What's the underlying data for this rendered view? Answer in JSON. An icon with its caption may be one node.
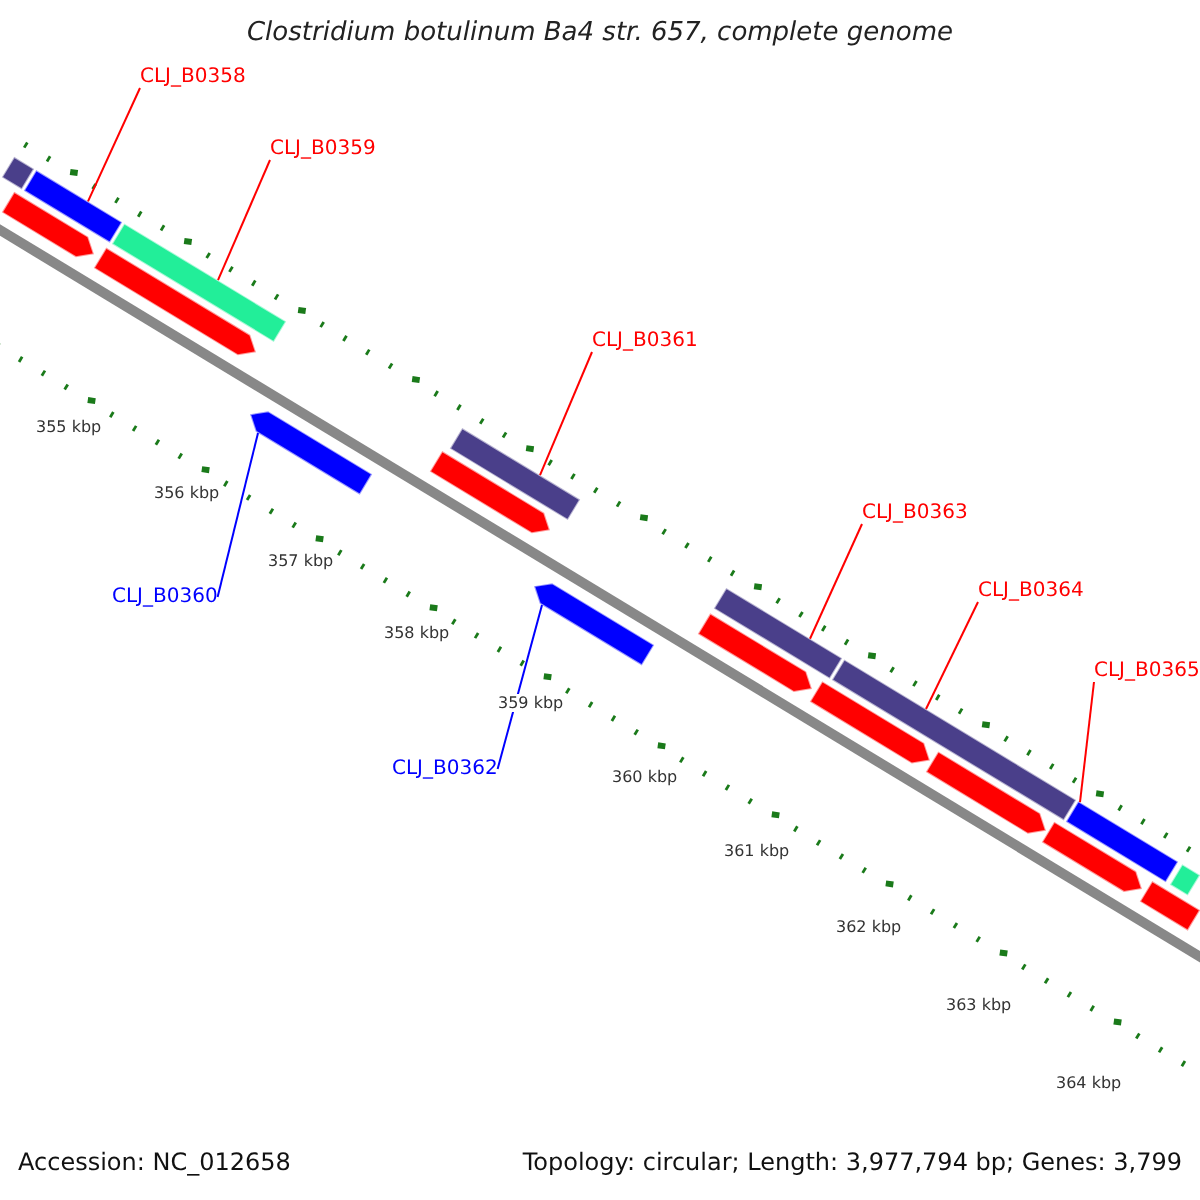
{
  "diagram": {
    "title": "Clostridium botulinum Ba4 str. 657, complete genome",
    "nodes": [
      {
        "text": [
          "CLJ_B0358"
        ]
      },
      {
        "text": [
          "CLJ_B0359"
        ]
      },
      {
        "text": [
          "CLJ_B0361"
        ]
      },
      {
        "text": [
          "CLJ_B0363"
        ]
      },
      {
        "text": [
          "CLJ_B0364"
        ]
      },
      {
        "text": [
          "CLJ_B0365"
        ]
      },
      {
        "text": [
          "CLJ_B0360"
        ]
      },
      {
        "text": [
          "CLJ_B0362"
        ]
      },
      {
        "text": [],
        "shape": "bar"
      },
      {
        "text": [],
        "shape": "bar"
      },
      {
        "text": [],
        "shape": "bar"
      },
      {
        "text": [],
        "shape": "bar"
      },
      {
        "text": [],
        "shape": "bar"
      },
      {
        "text": [],
        "shape": "bar"
      },
      {
        "text": [],
        "shape": "bar"
      },
      {
        "text": [],
        "shape": "bar"
      },
      {
        "text": [],
        "shape": "bar"
      },
      {
        "text": [],
        "shape": "bar"
      },
      {
        "text": [],
        "shape": "bar"
      },
      {
        "text": [],
        "shape": "bar"
      },
      {
        "text": [],
        "shape": "bar"
      },
      {
        "text": [],
        "shape": "bar"
      },
      {
        "text": [],
        "shape": "bar"
      },
      {
        "text": [],
        "shape": "bar"
      },
      {
        "text": [],
        "shape": "bar"
      },
      {
        "text": [],
        "shape": "bar"
      }
    ],
    "edges": [
      {
        "from": 0,
        "to": 8,
        "arrow": "none"
      },
      {
        "from": 1,
        "to": 9,
        "arrow": "none"
      },
      {
        "from": 2,
        "to": 10,
        "arrow": "none"
      },
      {
        "from": 3,
        "to": 11,
        "arrow": "none"
      },
      {
        "from": 4,
        "to": 12,
        "arrow": "none"
      },
      {
        "from": 5,
        "to": 13,
        "arrow": "none"
      },
      {
        "from": 6,
        "to": 14,
        "arrow": "none",
        "color": "#0000ff"
      },
      {
        "from": 7,
        "to": 15,
        "arrow": "none",
        "color": "#0000ff"
      }
    ],
    "labels": [
      "355 kbp",
      "356 kbp",
      "357 kbp",
      "358 kbp",
      "359 kbp",
      "360 kbp",
      "361 kbp",
      "362 kbp",
      "363 kbp",
      "364 kbp",
      "Accession: NC_012658",
      "Topology: circular; Length: 3,977,794 bp; Genes: 3,799"
    ]
  }
}
